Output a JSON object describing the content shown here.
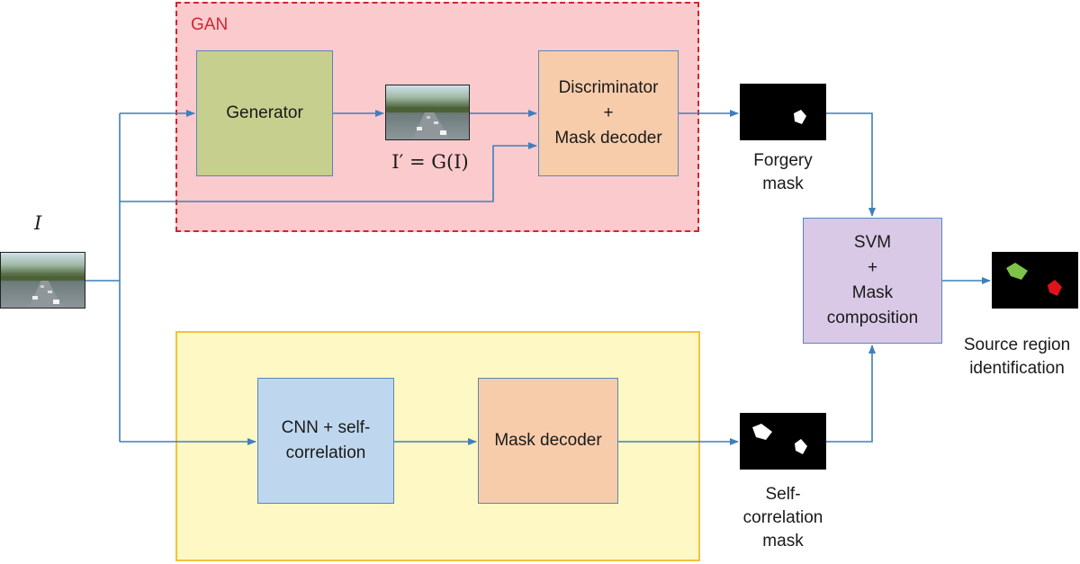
{
  "gan_region": {
    "label": "GAN"
  },
  "generator": {
    "label": "Generator"
  },
  "discriminator": {
    "label": "Discriminator\n+\nMask decoder"
  },
  "cnn": {
    "label": "CNN + self-\ncorrelation"
  },
  "mask_decoder": {
    "label": "Mask decoder"
  },
  "svm": {
    "label": "SVM\n+\nMask\ncomposition"
  },
  "captions": {
    "forgery_mask": "Forgery\nmask",
    "self_correlation_mask": "Self-\ncorrelation\nmask",
    "source_region": "Source region\nidentification"
  },
  "math": {
    "input": "I",
    "generated": "I′ = G(I)"
  },
  "colors": {
    "arrow": "#3f7fbd",
    "gan_border": "#d0262f",
    "source_green": "#7ec24a",
    "source_red": "#e0131b"
  }
}
